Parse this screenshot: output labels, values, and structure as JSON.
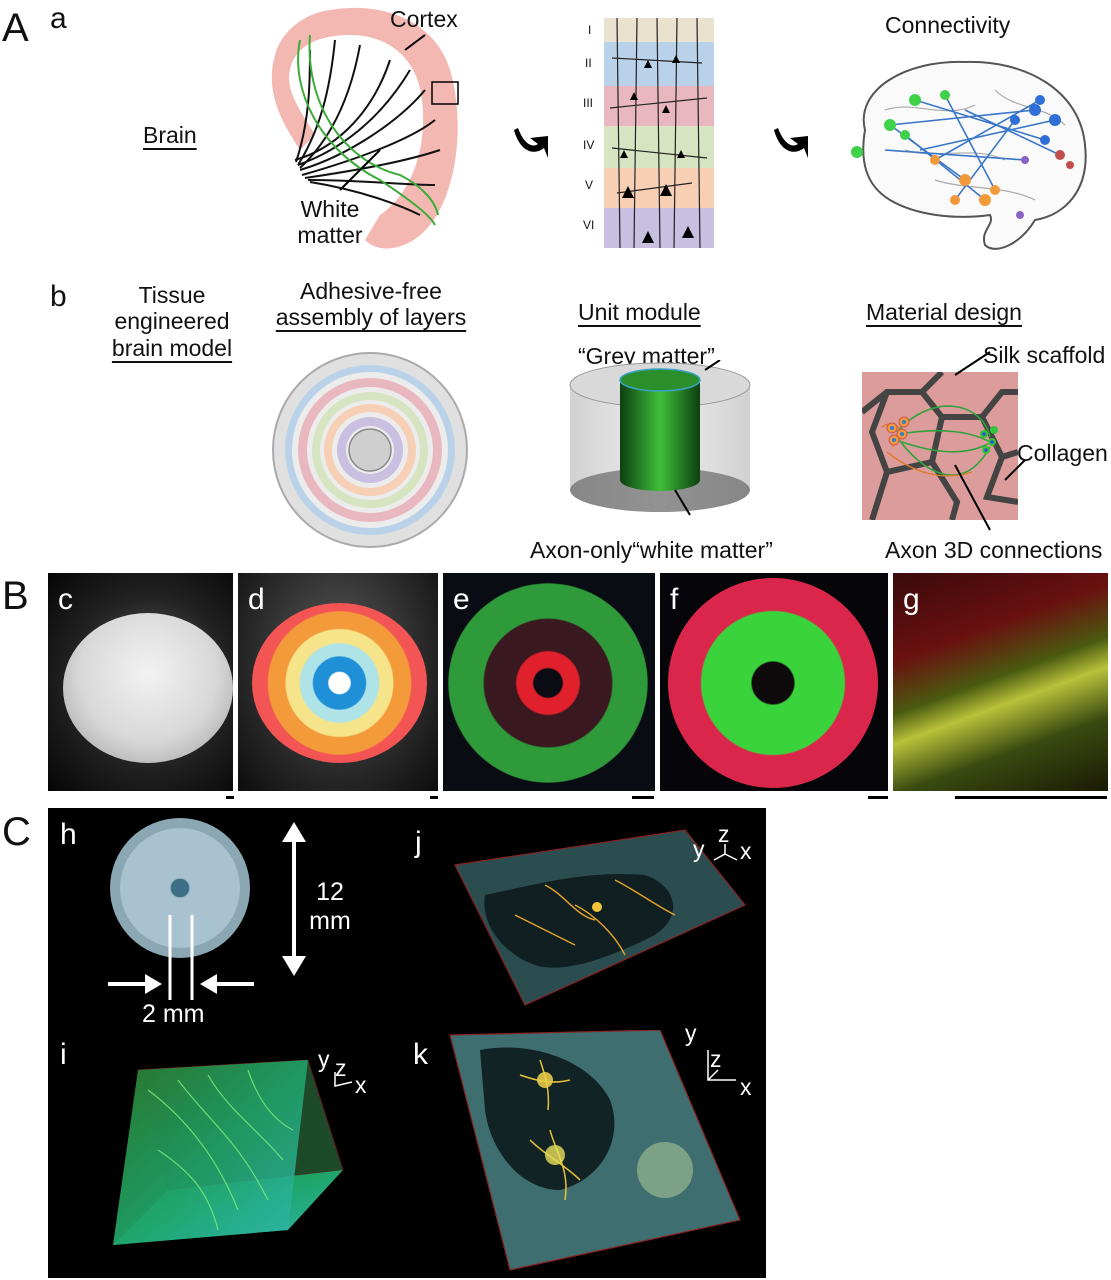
{
  "sections": {
    "A": "A",
    "B": "B",
    "C": "C"
  },
  "panels": {
    "a": "a",
    "b": "b",
    "c": "c",
    "d": "d",
    "e": "e",
    "f": "f",
    "g": "g",
    "h": "h",
    "i": "i",
    "j": "j",
    "k": "k"
  },
  "a": {
    "brain": "Brain",
    "cortex": "Cortex",
    "white_matter_1": "White",
    "white_matter_2": "matter",
    "connectivity": "Connectivity",
    "layers": [
      "I",
      "II",
      "III",
      "IV",
      "V",
      "VI"
    ]
  },
  "b": {
    "model_1": "Tissue",
    "model_2": "engineered",
    "model_3": "brain model",
    "assembly_1": "Adhesive-free",
    "assembly_2": "assembly of layers",
    "unit_module": "Unit module",
    "grey_matter": "“Grey matter”",
    "axon_only": "Axon-only“white matter”",
    "material_design": "Material design",
    "silk_scaffold": "Silk scaffold",
    "collagen": "Collagen",
    "axon_3d": "Axon 3D connections"
  },
  "h": {
    "dim_12_a": "12",
    "dim_12_b": "mm",
    "dim_2": "2 mm"
  },
  "axes": {
    "x": "x",
    "y": "y",
    "z": "z"
  },
  "colors": {
    "layer1": "#e9e2cf",
    "layer2": "#b9d2ea",
    "layer3": "#e9b7c0",
    "layer4": "#d6e4c2",
    "layer5": "#f6cfb4",
    "layer6": "#c9bfe0",
    "cortex": "#f2aba6",
    "pink_matrix": "#dc9c9c"
  }
}
